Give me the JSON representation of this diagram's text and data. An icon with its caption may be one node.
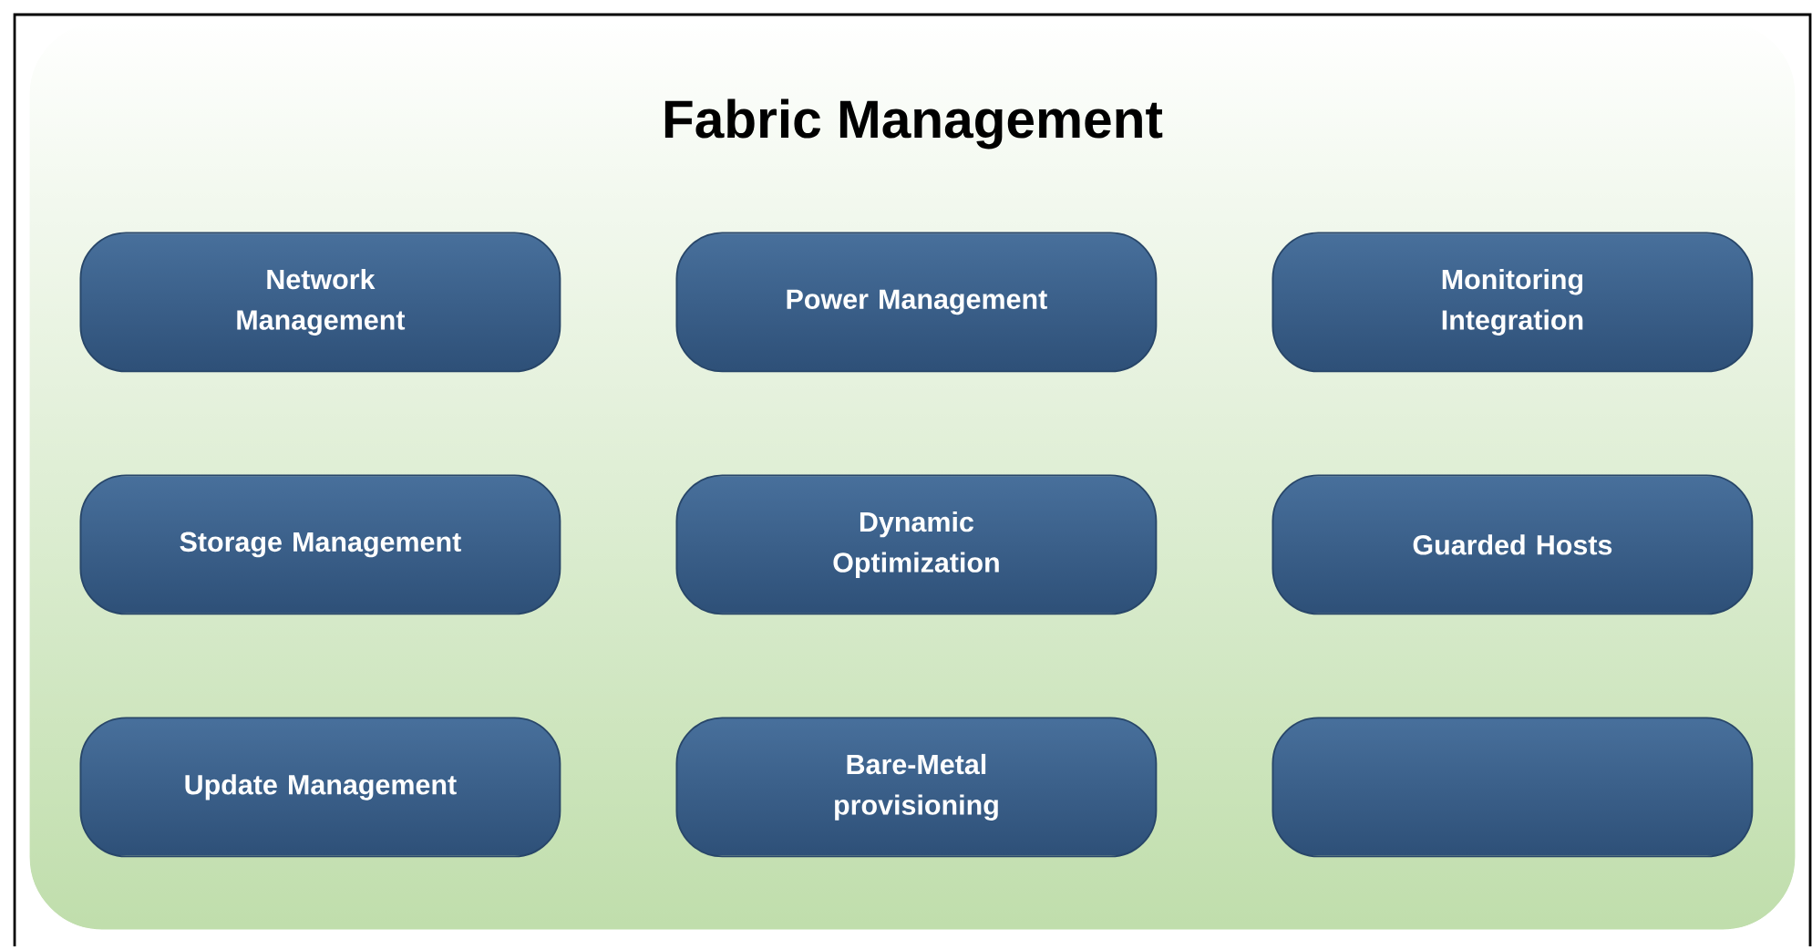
{
  "diagram": {
    "nodes": [
      {
        "text": [
          "Fabric Management"
        ]
      },
      {
        "text": [
          "Network Management"
        ],
        "in": 0
      },
      {
        "text": [
          "Power Management"
        ],
        "in": 0
      },
      {
        "text": [
          "Monitoring Integration"
        ],
        "in": 0
      },
      {
        "text": [
          "Storage Management"
        ],
        "in": 0
      },
      {
        "text": [
          "Dynamic Optimization"
        ],
        "in": 0
      },
      {
        "text": [
          "Guarded Hosts"
        ],
        "in": 0
      },
      {
        "text": [
          "Update Management"
        ],
        "in": 0
      },
      {
        "text": [
          "Bare-Metal provisioning"
        ],
        "in": 0
      },
      {
        "text": [],
        "shape": "box",
        "in": 0
      }
    ]
  }
}
